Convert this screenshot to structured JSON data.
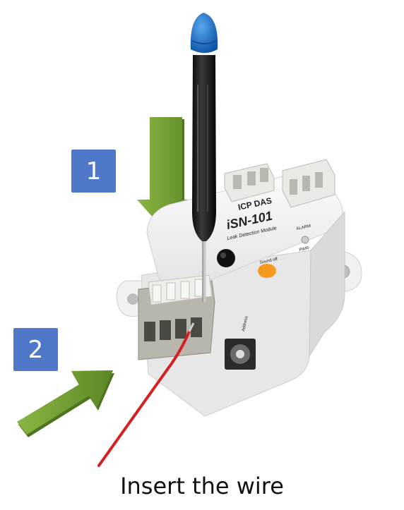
{
  "steps": [
    {
      "number": "1"
    },
    {
      "number": "2"
    }
  ],
  "caption": "Insert the wire",
  "device": {
    "brand": "ICP DAS",
    "model": "iSN-101",
    "subtitle": "Leak Detection Module",
    "button_label": "Sound off",
    "alarm_label": "ALARM",
    "power_label": "PWR",
    "address_label": "Address"
  },
  "colors": {
    "badge": "#4f79c8",
    "arrow": "#6f9a32",
    "screwdriver_handle": "#1a1a1a",
    "screwdriver_cap": "#1d6fc4",
    "wire": "#d42020",
    "button": "#f59a1f"
  }
}
